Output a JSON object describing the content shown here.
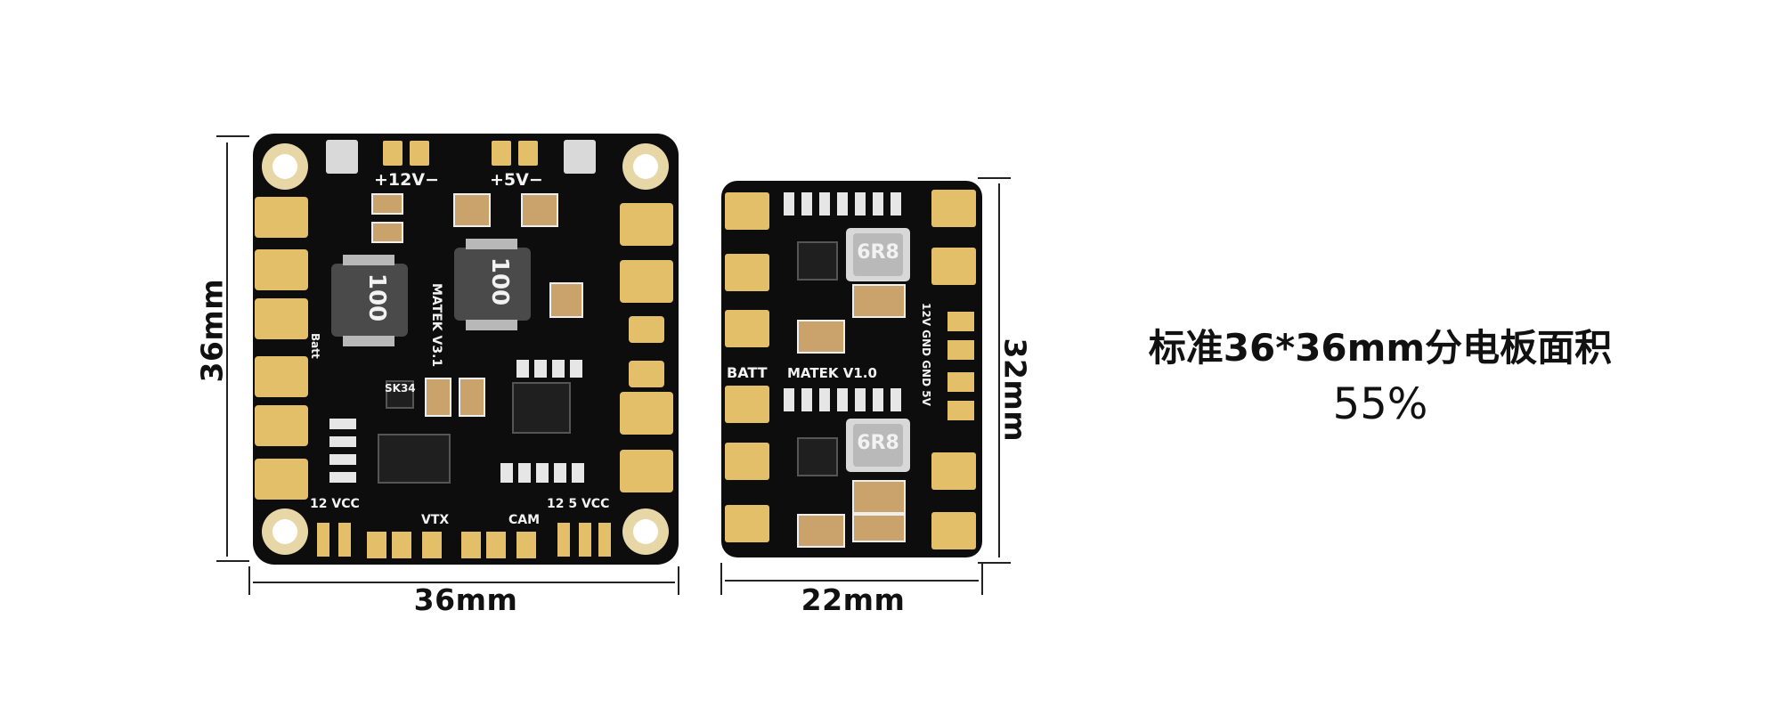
{
  "caption": {
    "line1": "标准36*36mm分电板面积",
    "line2": "55%"
  },
  "dimensions": {
    "left_board_height": "36mm",
    "left_board_width": "36mm",
    "right_board_height": "32mm",
    "right_board_width": "22mm"
  },
  "left_board": {
    "name": "MATEK V3.1",
    "labels": {
      "v12": "+12V−",
      "v5": "+5V−",
      "batt": "Batt",
      "vcc12": "12 VCC",
      "vtx": "VTX",
      "cam": "CAM",
      "vcc125": "12  5  VCC",
      "inductor1": "100",
      "inductor2": "100",
      "chip": "SK34"
    }
  },
  "right_board": {
    "name": "MATEK V1.0",
    "labels": {
      "batt": "BATT",
      "inductor1": "6R8",
      "inductor2": "6R8",
      "side": "12V GND GND 5V"
    }
  },
  "colors": {
    "pcb": "#0d0d0d",
    "pad": "#e3bf6a",
    "hole_ring": "#e8d7a6",
    "inductor": "#4a4a4a",
    "component": "#c9a36b"
  }
}
